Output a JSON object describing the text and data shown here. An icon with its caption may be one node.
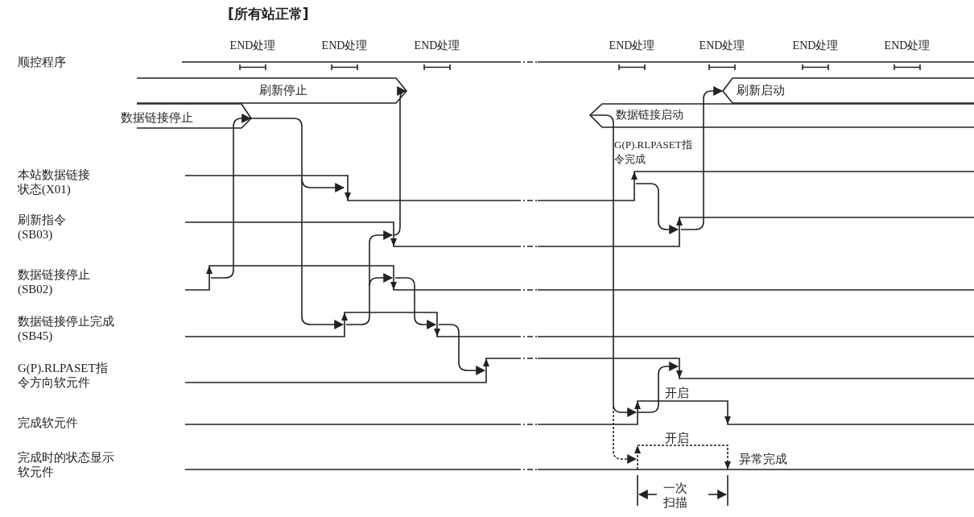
{
  "diagram": {
    "title": "[所有站正常]",
    "labels": [
      "END处理",
      "END处理",
      "END处理",
      "END处理",
      "END处理",
      "END处理",
      "END处理",
      "顺控程序",
      "刷新停止",
      "刷新启动",
      "数据链接停止",
      "数据链接启动",
      "G(P).RLPASET指令完成",
      "本站数据链接状态(X01)",
      "刷新指令(SB03)",
      "数据链接停止(SB02)",
      "数据链接停止完成(SB45)",
      "G(P).RLPASET指令方向软元件",
      "开启",
      "完成软元件",
      "开启",
      "异常完成",
      "完成时的状态显示软元件",
      "一次扫描"
    ]
  }
}
